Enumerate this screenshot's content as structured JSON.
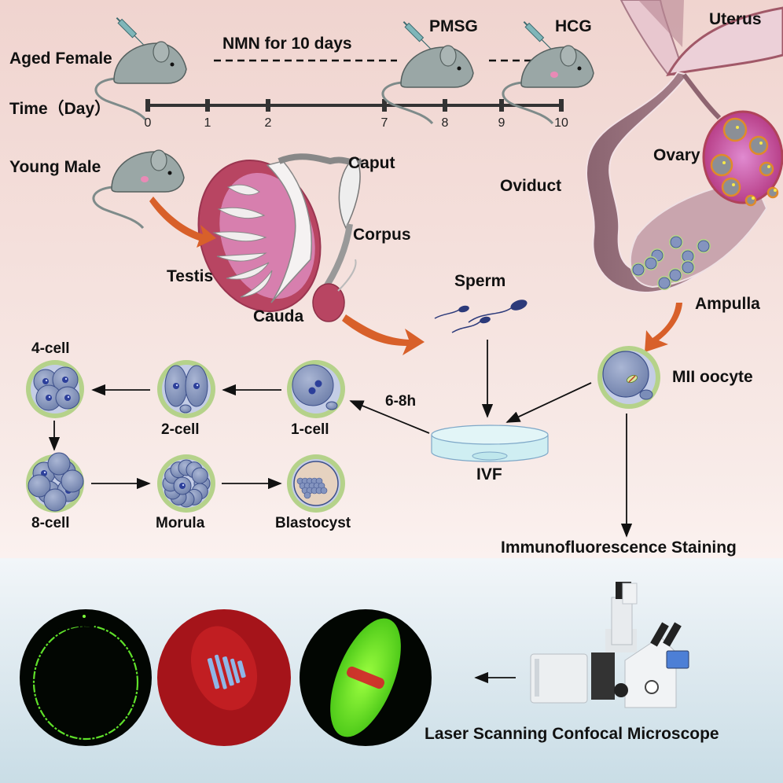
{
  "title": "NMN supplementation in aged female mice: IVF and oocyte analysis workflow",
  "colors": {
    "nmn_text": "#1a1adb",
    "text": "#111111",
    "arrow_orange": "#d8602a",
    "zona_green": "#b5d28a",
    "cell_blue": "#7f8fb8",
    "mouse_gray": "#9aa7a6",
    "tissue_mauve": "#a77b86",
    "testis_red": "#b84562"
  },
  "timeline": {
    "subject_label": "Aged Female",
    "treatment": {
      "highlight": "NMN",
      "rest": " for 10 days"
    },
    "injections": [
      "PMSG",
      "HCG"
    ],
    "axis_label": "Time（Day）",
    "ticks": [
      "0",
      "1",
      "2",
      "7",
      "8",
      "9",
      "10"
    ]
  },
  "male": {
    "subject_label": "Young Male",
    "organs": [
      "Testis",
      "Caput",
      "Corpus",
      "Cauda"
    ],
    "sperm_label": "Sperm"
  },
  "female_anatomy": {
    "labels": [
      "Uterus",
      "Ovary",
      "Oviduct",
      "Ampulla"
    ],
    "oocyte_label": "MII oocyte"
  },
  "ivf": {
    "label": "IVF",
    "time_label": "6-8h"
  },
  "embryo_stages": [
    "1-cell",
    "2-cell",
    "4-cell",
    "8-cell",
    "Morula",
    "Blastocyst"
  ],
  "analysis": {
    "staining_label": "Immunofluorescence Staining",
    "microscope_label": "Laser Scanning Confocal Microscope",
    "images": [
      "green cortical ring",
      "red with blue chromosomes",
      "green spindle with red chromosomes"
    ]
  }
}
